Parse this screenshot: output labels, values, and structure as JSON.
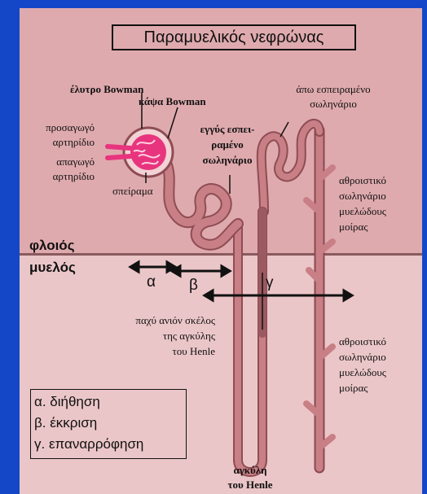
{
  "title": "Παραμυελικός νεφρώνας",
  "zones": {
    "cortex": "φλοιός",
    "medulla": "μυελός"
  },
  "labels": {
    "bowman_sheath": "έλυτρο Bowman",
    "bowman_capsule": "κάψα Bowman",
    "afferent_line1": "προσαγωγό",
    "afferent_line2": "αρτηρίδιο",
    "efferent_line1": "απαγωγό",
    "efferent_line2": "αρτηρίδιο",
    "glomerulus": "σπείραμα",
    "proximal_line1": "εγγύς εσπει-",
    "proximal_line2": "ραμένο",
    "proximal_line3": "σωληνάριο",
    "distal_line1": "άπω εσπειραμένο",
    "distal_line2": "σωληνάριο",
    "collecting_cortex": [
      "αθροιστικό",
      "σωληνάριο",
      "μυελώδους",
      "μοίρας"
    ],
    "collecting_medulla": [
      "αθροιστικό",
      "σωληνάριο",
      "μυελώδους",
      "μοίρας"
    ],
    "thick_ascending": [
      "παχύ ανιόν σκέλος",
      "της αγκύλης",
      "του Henle"
    ],
    "loop_line1": "αγκύλη",
    "loop_line2": "του Henle"
  },
  "arrows": {
    "alpha": "α",
    "beta": "β",
    "gamma": "γ"
  },
  "legend": [
    "α. διήθηση",
    "β. έκκριση",
    "γ. επαναρρόφηση"
  ],
  "colors": {
    "border": "#1447c8",
    "cortex": "#dfaaae",
    "medulla": "#ebc6c8",
    "tubule": "#c97f86",
    "tubule_dark": "#8e4d54",
    "glomerulus": "#e8347e",
    "collecting_dark": "#8a4a50"
  }
}
